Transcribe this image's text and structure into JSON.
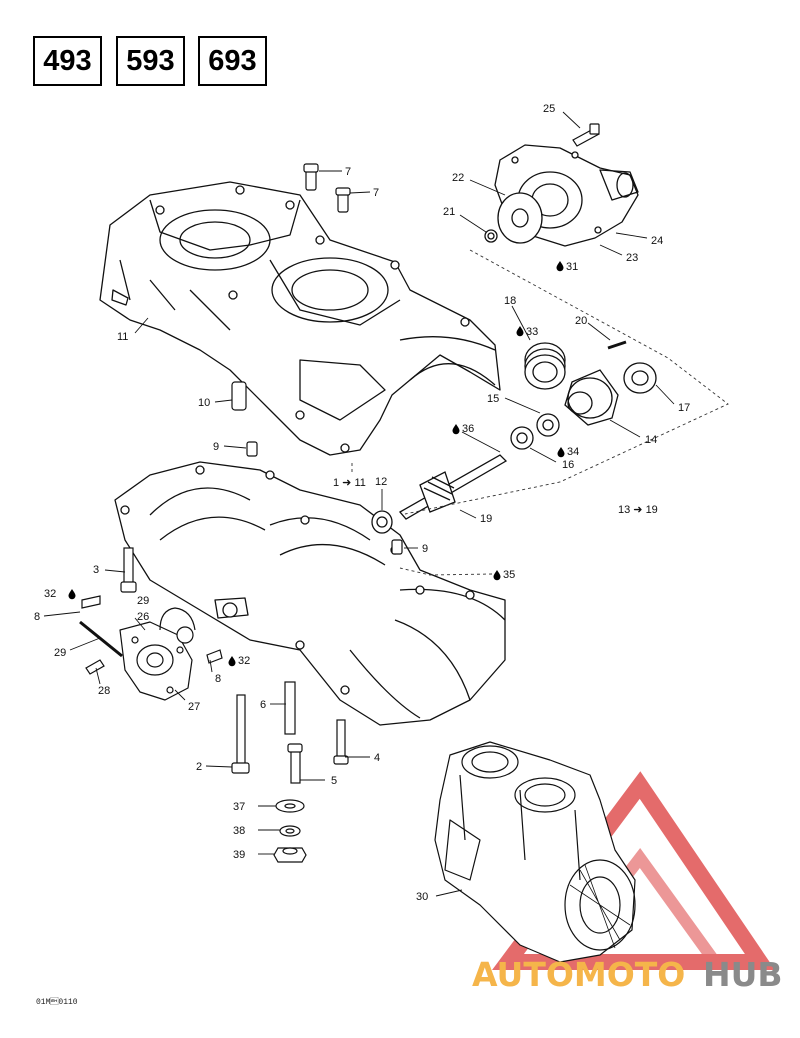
{
  "models": [
    "493",
    "593",
    "693"
  ],
  "callouts": {
    "c1": "1 ➜ 11",
    "c2": "2",
    "c3": "3",
    "c4": "4",
    "c5": "5",
    "c6": "6",
    "c7a": "7",
    "c7b": "7",
    "c8a": "8",
    "c8b": "8",
    "c9a": "9",
    "c9b": "9",
    "c10": "10",
    "c11": "11",
    "c12": "12",
    "c13": "13 ➜ 19",
    "c14": "14",
    "c15": "15",
    "c16": "16",
    "c17": "17",
    "c18": "18",
    "c19": "19",
    "c20": "20",
    "c21": "21",
    "c22": "22",
    "c23": "23",
    "c24": "24",
    "c25": "25",
    "c26": "26",
    "c27": "27",
    "c28": "28",
    "c29a": "29",
    "c29b": "29",
    "c30": "30",
    "c31": "31",
    "c32a": "32",
    "c32b": "32",
    "c33": "33",
    "c34": "34",
    "c35": "35",
    "c36": "36",
    "c37": "37",
    "c38": "38",
    "c39": "39"
  },
  "reference_code": "01M\u00190110",
  "watermark": {
    "part1": "AUTOMOTO",
    "part2": "HUB",
    "color1": "#F5B54A",
    "color2": "#8A8A8A",
    "logo_color": "#E05252"
  },
  "icons": [
    "drop-icon"
  ]
}
